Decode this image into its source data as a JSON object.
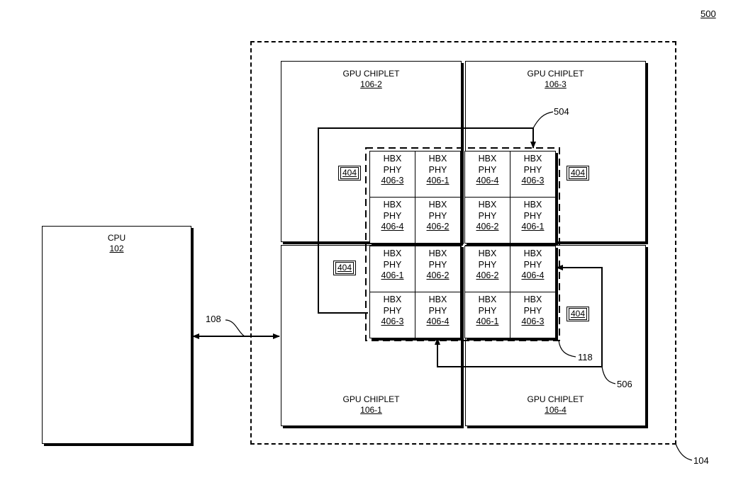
{
  "figure_ref": "500",
  "package_ref": "104",
  "cpu": {
    "name": "CPU",
    "ref": "102"
  },
  "bus_ref": "108",
  "bridge_ref": "118",
  "path_refs": {
    "a": "504",
    "b": "506"
  },
  "chiplets": {
    "c2": {
      "name": "GPU CHIPLET",
      "ref": "106-2"
    },
    "c3": {
      "name": "GPU CHIPLET",
      "ref": "106-3"
    },
    "c1": {
      "name": "GPU CHIPLET",
      "ref": "106-1"
    },
    "c4": {
      "name": "GPU CHIPLET",
      "ref": "106-4"
    }
  },
  "hub_ref": "404",
  "phy": {
    "line1": "HBX",
    "line2": "PHY",
    "refs": {
      "r0c0": "406-3",
      "r0c1": "406-1",
      "r0c2": "406-4",
      "r0c3": "406-3",
      "r1c0": "406-4",
      "r1c1": "406-2",
      "r1c2": "406-2",
      "r1c3": "406-1",
      "r2c0": "406-1",
      "r2c1": "406-2",
      "r2c2": "406-2",
      "r2c3": "406-4",
      "r3c0": "406-3",
      "r3c1": "406-4",
      "r3c2": "406-1",
      "r3c3": "406-3"
    }
  }
}
